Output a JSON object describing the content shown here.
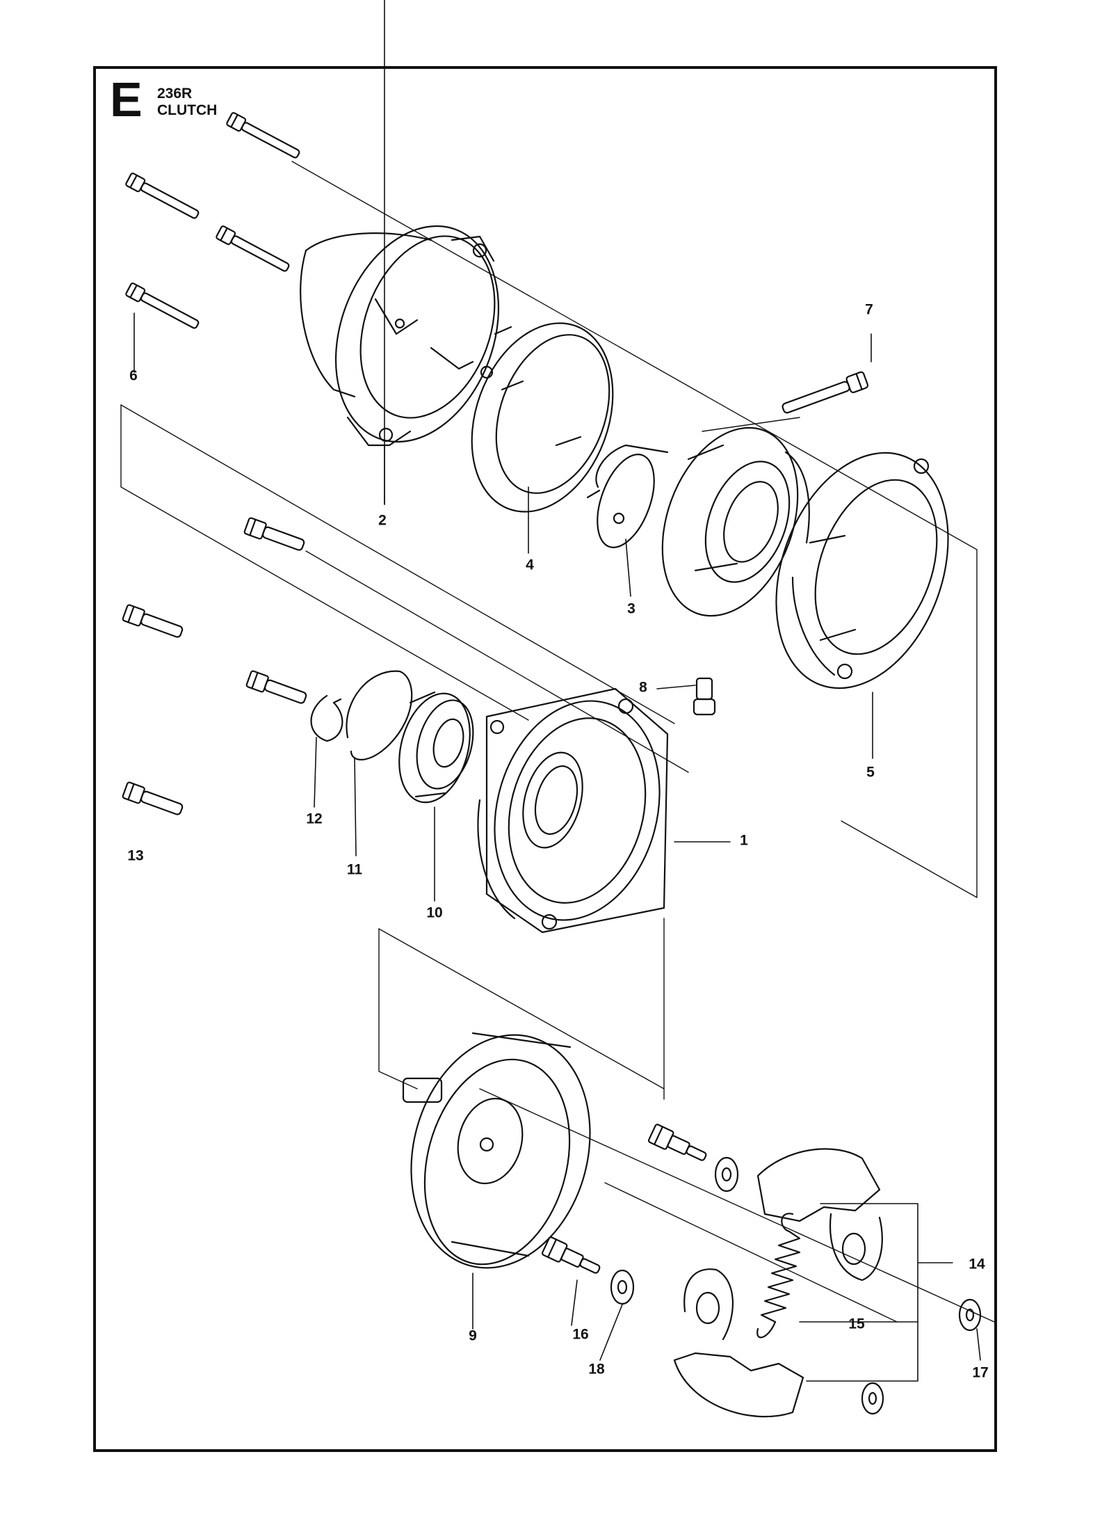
{
  "header": {
    "section_letter": "E",
    "model": "236R",
    "title": "CLUTCH"
  },
  "callouts": [
    {
      "id": "1",
      "label": "1"
    },
    {
      "id": "2",
      "label": "2"
    },
    {
      "id": "3",
      "label": "3"
    },
    {
      "id": "4",
      "label": "4"
    },
    {
      "id": "5",
      "label": "5"
    },
    {
      "id": "6",
      "label": "6"
    },
    {
      "id": "7",
      "label": "7"
    },
    {
      "id": "8",
      "label": "8"
    },
    {
      "id": "9",
      "label": "9"
    },
    {
      "id": "10",
      "label": "10"
    },
    {
      "id": "11",
      "label": "11"
    },
    {
      "id": "12",
      "label": "12"
    },
    {
      "id": "13",
      "label": "13"
    },
    {
      "id": "14",
      "label": "14"
    },
    {
      "id": "15",
      "label": "15"
    },
    {
      "id": "16",
      "label": "16"
    },
    {
      "id": "17",
      "label": "17"
    },
    {
      "id": "18",
      "label": "18"
    }
  ],
  "colors": {
    "ink": "#111111",
    "paper": "#ffffff"
  }
}
